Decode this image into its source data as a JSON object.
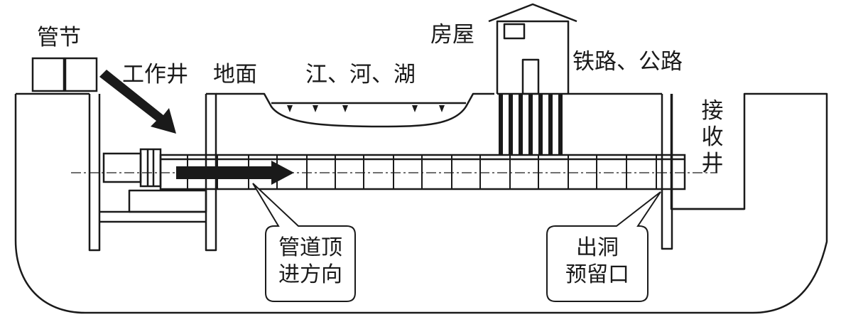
{
  "labels": {
    "pipe_section": "管节",
    "work_shaft": "工作井",
    "ground": "地面",
    "water": "江、河、湖",
    "house": "房屋",
    "road": "铁路、公路",
    "receive_shaft": [
      "接",
      "收",
      "井"
    ]
  },
  "callouts": {
    "jacking_direction": [
      "管道顶",
      "进方向"
    ],
    "exit_opening": [
      "出洞",
      "预留口"
    ]
  }
}
